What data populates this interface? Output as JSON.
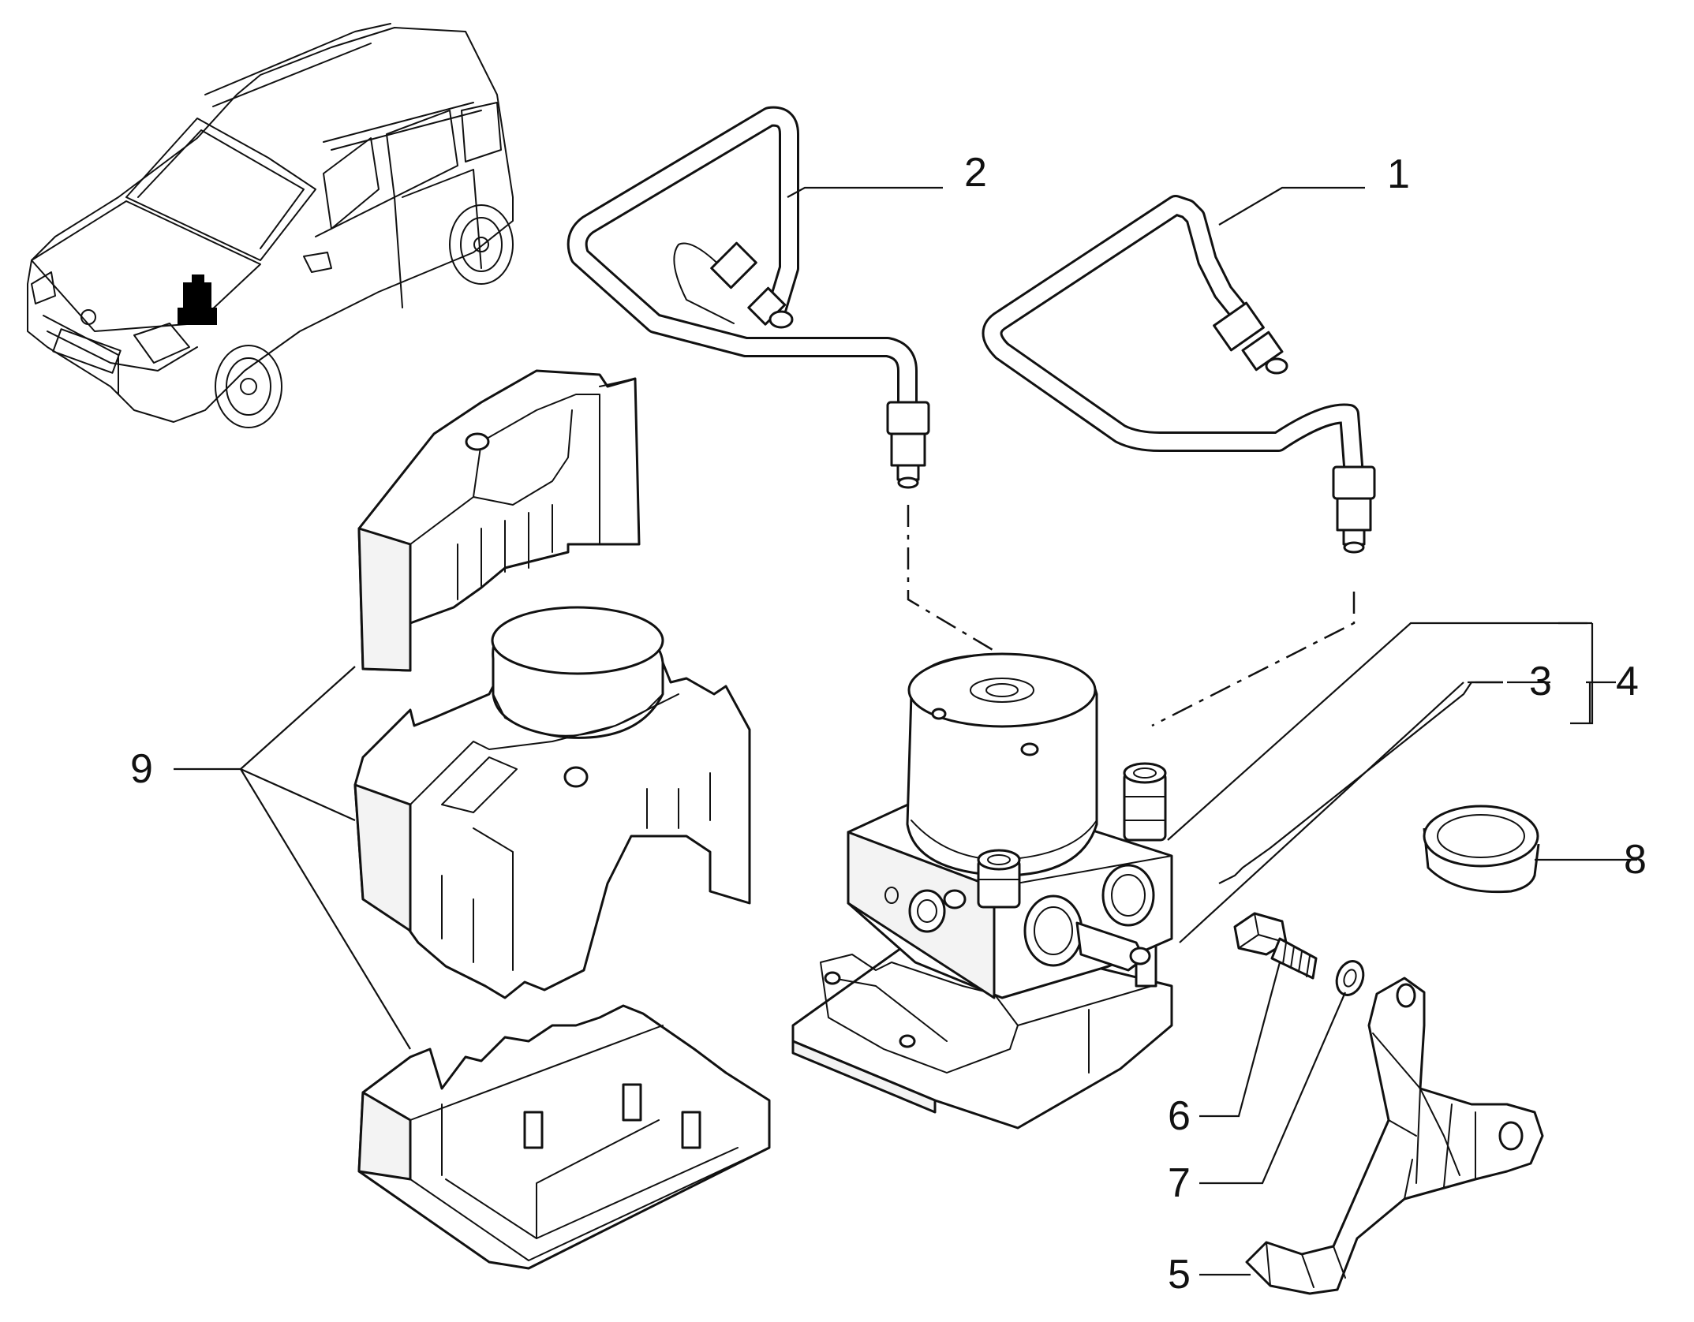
{
  "callouts": {
    "c1": "1",
    "c2": "2",
    "c3": "3",
    "c4": "4",
    "c5": "5",
    "c6": "6",
    "c7": "7",
    "c8": "8",
    "c9": "9"
  },
  "icons": {
    "car": "car-locator-icon",
    "highlight": "abs-location-marker"
  }
}
